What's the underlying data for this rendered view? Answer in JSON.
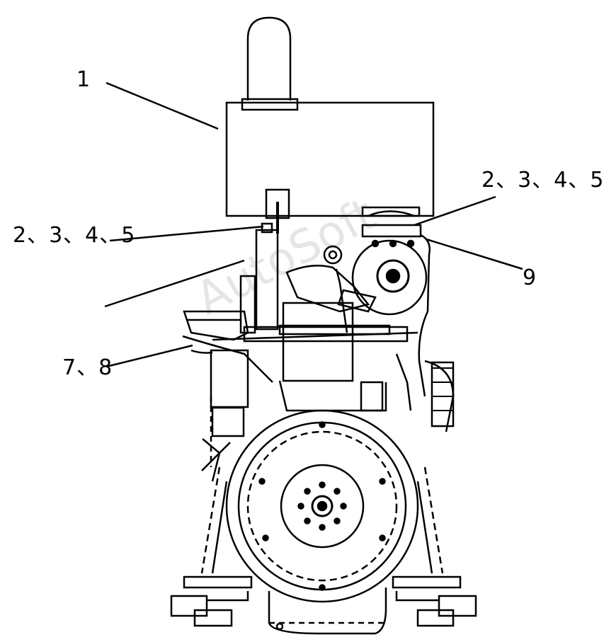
{
  "callouts": {
    "c1": "1",
    "c2": "2、3、4、5",
    "c3": "2、3、4、5",
    "c4": "9",
    "c5": "7、8"
  },
  "watermark": "AutoSoft",
  "colors": {
    "line": "#000000",
    "background": "#ffffff"
  }
}
